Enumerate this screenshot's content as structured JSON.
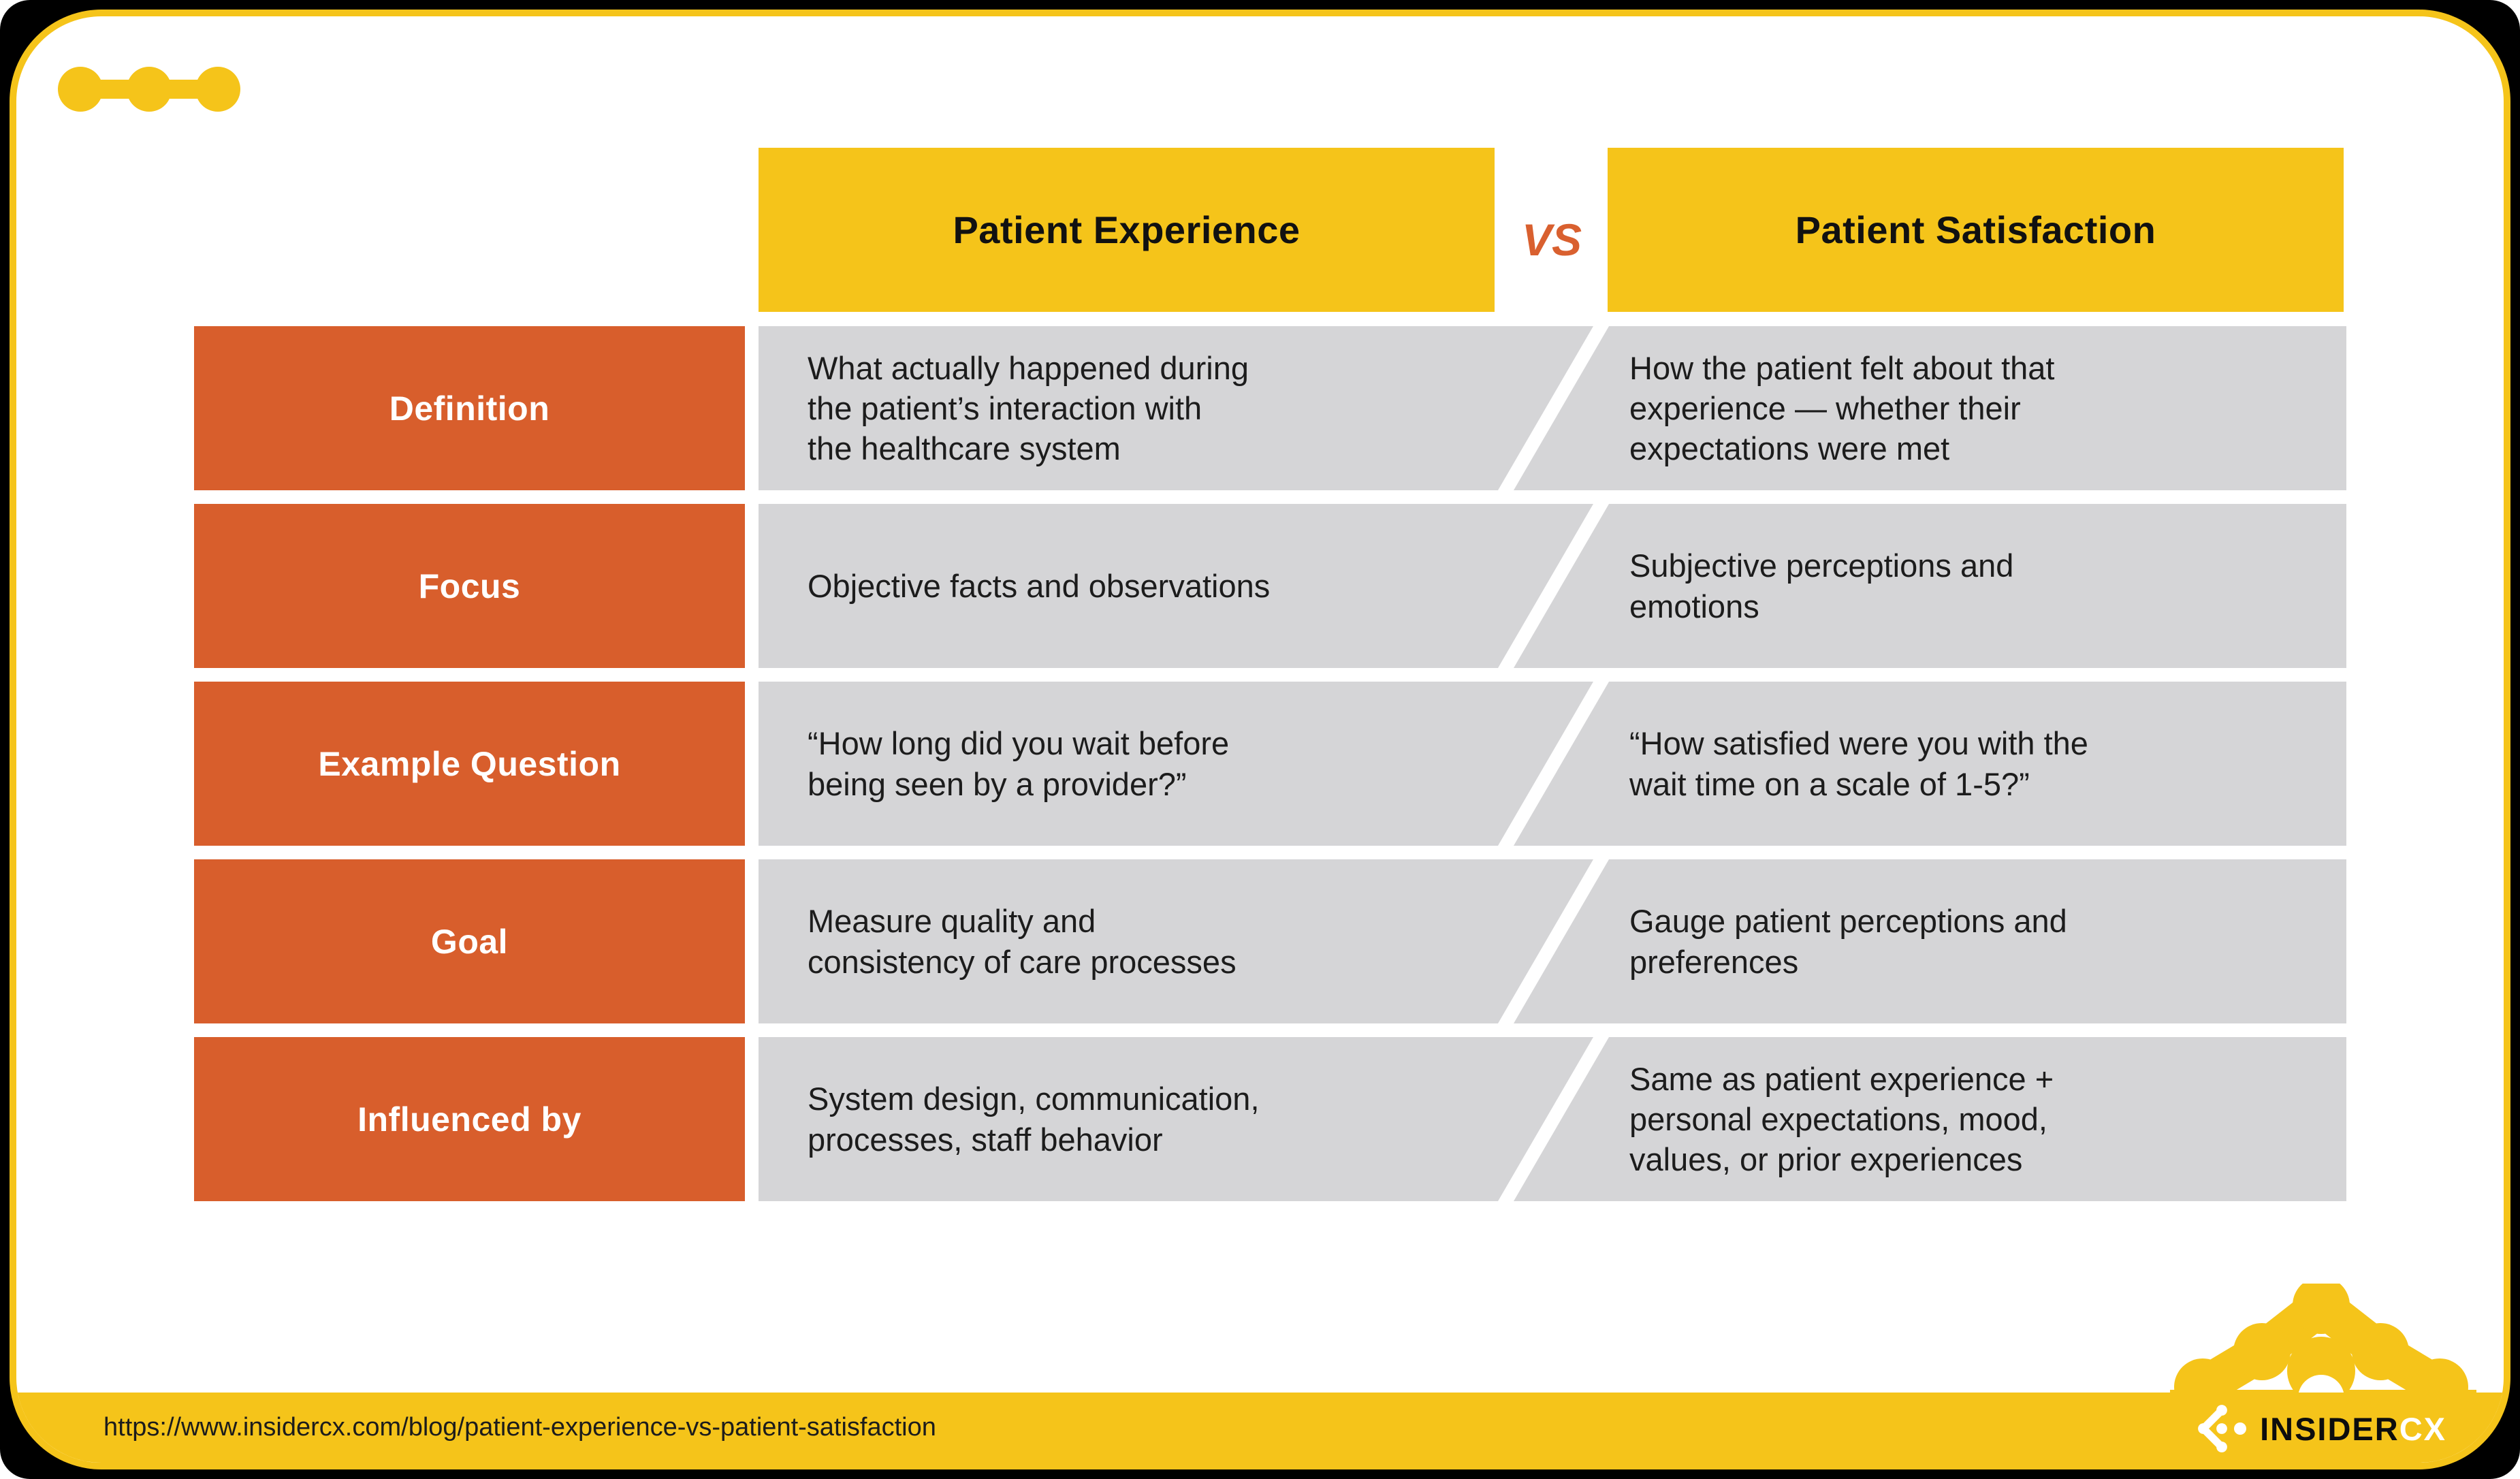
{
  "brand": {
    "yellow": "#F5C41A",
    "orange": "#D85E2C",
    "vs_orange": "#D9602F",
    "cell_gray": "#D5D5D7",
    "text_dark": "#1C1C1C"
  },
  "header": {
    "left_title": "Patient Experience",
    "vs": "VS",
    "right_title": "Patient Satisfaction"
  },
  "rows": [
    {
      "label": "Definition",
      "left": "What actually happened during\nthe patient’s interaction with\nthe healthcare system",
      "right": "How the patient felt about that\nexperience — whether their\nexpectations were met"
    },
    {
      "label": "Focus",
      "left": "Objective facts and observations",
      "right": "Subjective perceptions and\nemotions"
    },
    {
      "label": "Example Question",
      "left": "“How long did you wait before\nbeing seen by a provider?”",
      "right": "“How satisfied were you with the\nwait time on a scale of 1-5?”"
    },
    {
      "label": "Goal",
      "left": "Measure quality and\nconsistency of care processes",
      "right": "Gauge patient perceptions and\npreferences"
    },
    {
      "label": "Influenced by",
      "left": "System design, communication,\nprocesses, staff behavior",
      "right": "Same as patient experience +\npersonal expectations, mood,\nvalues, or prior experiences"
    }
  ],
  "footer": {
    "url": "https://www.insidercx.com/blog/patient-experience-vs-patient-satisfaction",
    "logo_insider": "INSIDER",
    "logo_cx": "CX"
  }
}
